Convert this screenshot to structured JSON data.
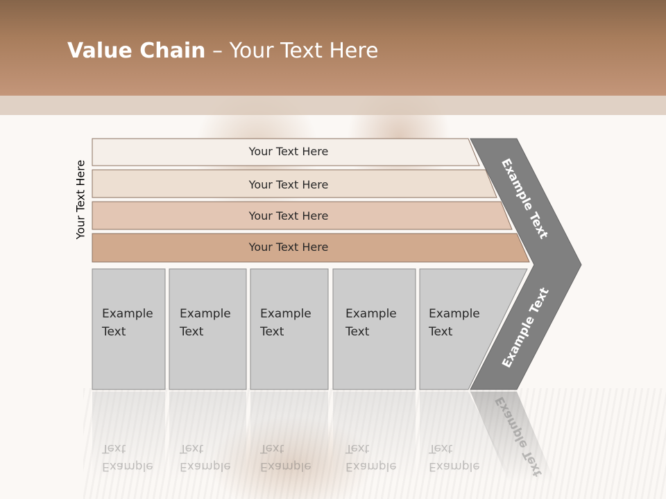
{
  "title": {
    "bold": "Value Chain",
    "rest": " – Your Text Here"
  },
  "side_label": "Your Text Here",
  "rows": [
    {
      "label": "Your Text Here",
      "color": "#f5efe9"
    },
    {
      "label": "Your Text Here",
      "color": "#eddfd2"
    },
    {
      "label": "Your Text Here",
      "color": "#e3c6b4"
    },
    {
      "label": "Your Text Here",
      "color": "#d1aa8e"
    }
  ],
  "activities": [
    {
      "line1": "Example",
      "line2": "Text"
    },
    {
      "line1": "Example",
      "line2": "Text"
    },
    {
      "line1": "Example",
      "line2": "Text"
    },
    {
      "line1": "Example",
      "line2": "Text"
    },
    {
      "line1": "Example",
      "line2": "Text"
    }
  ],
  "chevron": {
    "upper_label": "Example Text",
    "lower_label": "Example Text",
    "color": "#808080"
  },
  "colors": {
    "header": "#a87d5c",
    "cell": "#cccccc"
  }
}
